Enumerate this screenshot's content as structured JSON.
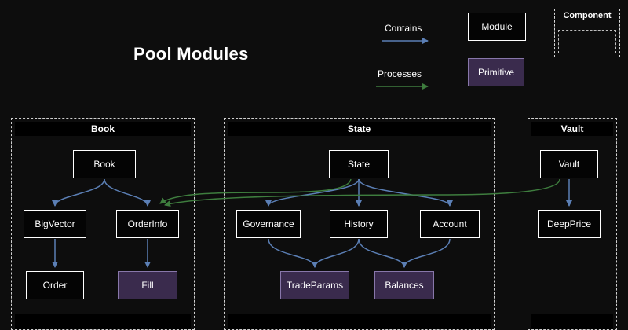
{
  "title": "Pool Modules",
  "colors": {
    "background": "#0d0d0d",
    "contains_arrow": "#5b7fb5",
    "processes_arrow": "#3e7d3e",
    "module_fill": "#040404",
    "module_border": "#ffffff",
    "primitive_fill": "#3a2b4d",
    "primitive_border": "#8877aa"
  },
  "legend": {
    "contains_label": "Contains",
    "processes_label": "Processes",
    "module_label": "Module",
    "primitive_label": "Primitive",
    "component_label": "Component"
  },
  "containers": {
    "book": {
      "title": "Book"
    },
    "state": {
      "title": "State"
    },
    "vault": {
      "title": "Vault"
    }
  },
  "nodes": {
    "book": "Book",
    "bigvector": "BigVector",
    "orderinfo": "OrderInfo",
    "order": "Order",
    "fill": "Fill",
    "state": "State",
    "governance": "Governance",
    "history": "History",
    "account": "Account",
    "tradeparams": "TradeParams",
    "balances": "Balances",
    "vault": "Vault",
    "deepprice": "DeepPrice"
  },
  "edges": [
    {
      "from": "Book",
      "to": "BigVector",
      "type": "contains"
    },
    {
      "from": "Book",
      "to": "OrderInfo",
      "type": "contains"
    },
    {
      "from": "BigVector",
      "to": "Order",
      "type": "contains"
    },
    {
      "from": "OrderInfo",
      "to": "Fill",
      "type": "contains"
    },
    {
      "from": "State",
      "to": "Governance",
      "type": "contains"
    },
    {
      "from": "State",
      "to": "History",
      "type": "contains"
    },
    {
      "from": "State",
      "to": "Account",
      "type": "contains"
    },
    {
      "from": "Governance",
      "to": "TradeParams",
      "type": "contains"
    },
    {
      "from": "History",
      "to": "TradeParams",
      "type": "contains"
    },
    {
      "from": "History",
      "to": "Balances",
      "type": "contains"
    },
    {
      "from": "Account",
      "to": "Balances",
      "type": "contains"
    },
    {
      "from": "Vault",
      "to": "DeepPrice",
      "type": "contains"
    },
    {
      "from": "State",
      "to": "OrderInfo",
      "type": "processes"
    },
    {
      "from": "Vault",
      "to": "OrderInfo",
      "type": "processes"
    }
  ]
}
